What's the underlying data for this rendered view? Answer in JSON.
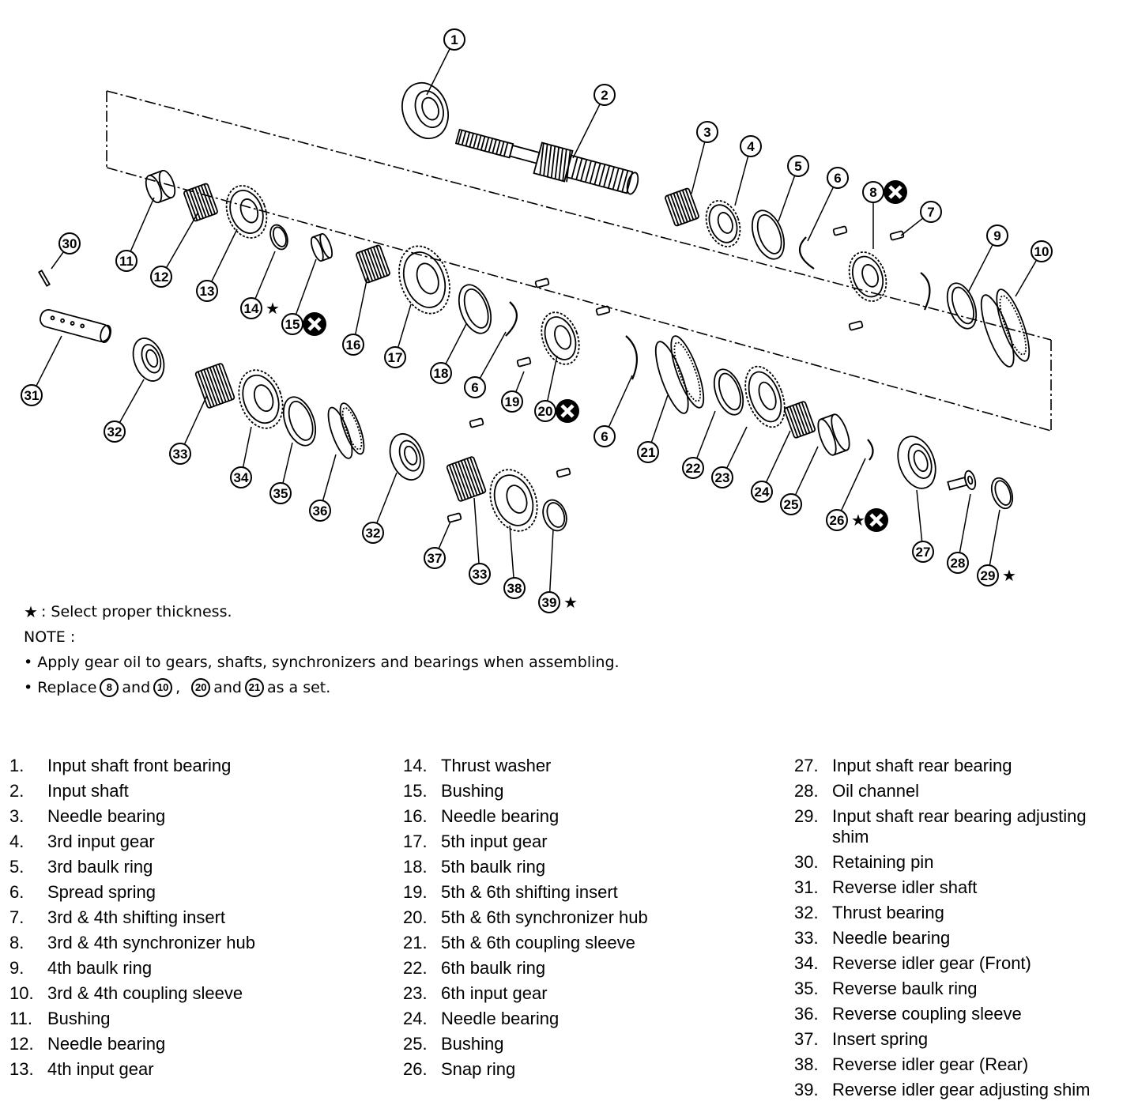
{
  "callouts": [
    {
      "n": "1",
      "star": false,
      "x": ""
    },
    {
      "n": "2"
    },
    {
      "n": "3"
    },
    {
      "n": "4"
    },
    {
      "n": "5"
    },
    {
      "n": "6"
    },
    {
      "n": "7"
    },
    {
      "n": "8"
    },
    {
      "n": "9"
    },
    {
      "n": "10"
    },
    {
      "n": "11"
    },
    {
      "n": "12"
    },
    {
      "n": "13"
    },
    {
      "n": "14"
    },
    {
      "n": "15"
    },
    {
      "n": "16"
    },
    {
      "n": "17"
    },
    {
      "n": "18"
    },
    {
      "n": "19"
    },
    {
      "n": "20"
    },
    {
      "n": "21"
    },
    {
      "n": "22"
    },
    {
      "n": "23"
    },
    {
      "n": "24"
    },
    {
      "n": "25"
    },
    {
      "n": "26"
    },
    {
      "n": "27"
    },
    {
      "n": "28"
    },
    {
      "n": "29"
    },
    {
      "n": "30"
    },
    {
      "n": "31"
    },
    {
      "n": "32"
    },
    {
      "n": "33"
    },
    {
      "n": "34"
    },
    {
      "n": "35"
    },
    {
      "n": "36"
    },
    {
      "n": "37"
    },
    {
      "n": "38"
    },
    {
      "n": "39"
    }
  ],
  "notes": {
    "star_symbol": "★",
    "star_text": ": Select proper thickness.",
    "note_title": "NOTE :",
    "note_1": "• Apply gear oil to gears, shafts, synchronizers and bearings when assembling.",
    "note_2_prefix": "• Replace",
    "note_2_a": "8",
    "note_2_and1": "and",
    "note_2_b": "10",
    "note_2_comma": ",",
    "note_2_c": "20",
    "note_2_and2": "and",
    "note_2_d": "21",
    "note_2_suffix": "as a set."
  },
  "legend": {
    "col1": [
      {
        "num": "1.",
        "text": "Input shaft front bearing"
      },
      {
        "num": "2.",
        "text": "Input shaft"
      },
      {
        "num": "3.",
        "text": "Needle bearing"
      },
      {
        "num": "4.",
        "text": "3rd input gear"
      },
      {
        "num": "5.",
        "text": "3rd baulk ring"
      },
      {
        "num": "6.",
        "text": "Spread spring"
      },
      {
        "num": "7.",
        "text": "3rd & 4th shifting insert"
      },
      {
        "num": "8.",
        "text": "3rd & 4th synchronizer hub"
      },
      {
        "num": "9.",
        "text": "4th baulk ring"
      },
      {
        "num": "10.",
        "text": "3rd & 4th coupling sleeve"
      },
      {
        "num": "11.",
        "text": "Bushing"
      },
      {
        "num": "12.",
        "text": "Needle bearing"
      },
      {
        "num": "13.",
        "text": "4th input gear"
      }
    ],
    "col2": [
      {
        "num": "14.",
        "text": "Thrust washer"
      },
      {
        "num": "15.",
        "text": "Bushing"
      },
      {
        "num": "16.",
        "text": "Needle bearing"
      },
      {
        "num": "17.",
        "text": "5th input gear"
      },
      {
        "num": "18.",
        "text": "5th baulk ring"
      },
      {
        "num": "19.",
        "text": "5th & 6th shifting insert"
      },
      {
        "num": "20.",
        "text": "5th & 6th synchronizer hub"
      },
      {
        "num": "21.",
        "text": "5th & 6th coupling sleeve"
      },
      {
        "num": "22.",
        "text": "6th baulk ring"
      },
      {
        "num": "23.",
        "text": "6th input gear"
      },
      {
        "num": "24.",
        "text": "Needle bearing"
      },
      {
        "num": "25.",
        "text": "Bushing"
      },
      {
        "num": "26.",
        "text": "Snap ring"
      }
    ],
    "col3": [
      {
        "num": "27.",
        "text": "Input shaft rear bearing"
      },
      {
        "num": "28.",
        "text": "Oil channel"
      },
      {
        "num": "29.",
        "text": "Input shaft rear bearing adjusting shim"
      },
      {
        "num": "30.",
        "text": "Retaining pin"
      },
      {
        "num": "31.",
        "text": "Reverse idler shaft"
      },
      {
        "num": "32.",
        "text": "Thrust bearing"
      },
      {
        "num": "33.",
        "text": "Needle bearing"
      },
      {
        "num": "34.",
        "text": "Reverse idler gear (Front)"
      },
      {
        "num": "35.",
        "text": "Reverse baulk ring"
      },
      {
        "num": "36.",
        "text": "Reverse coupling sleeve"
      },
      {
        "num": "37.",
        "text": "Insert spring"
      },
      {
        "num": "38.",
        "text": "Reverse idler gear (Rear)"
      },
      {
        "num": "39.",
        "text": "Reverse idler gear adjusting shim"
      }
    ]
  }
}
